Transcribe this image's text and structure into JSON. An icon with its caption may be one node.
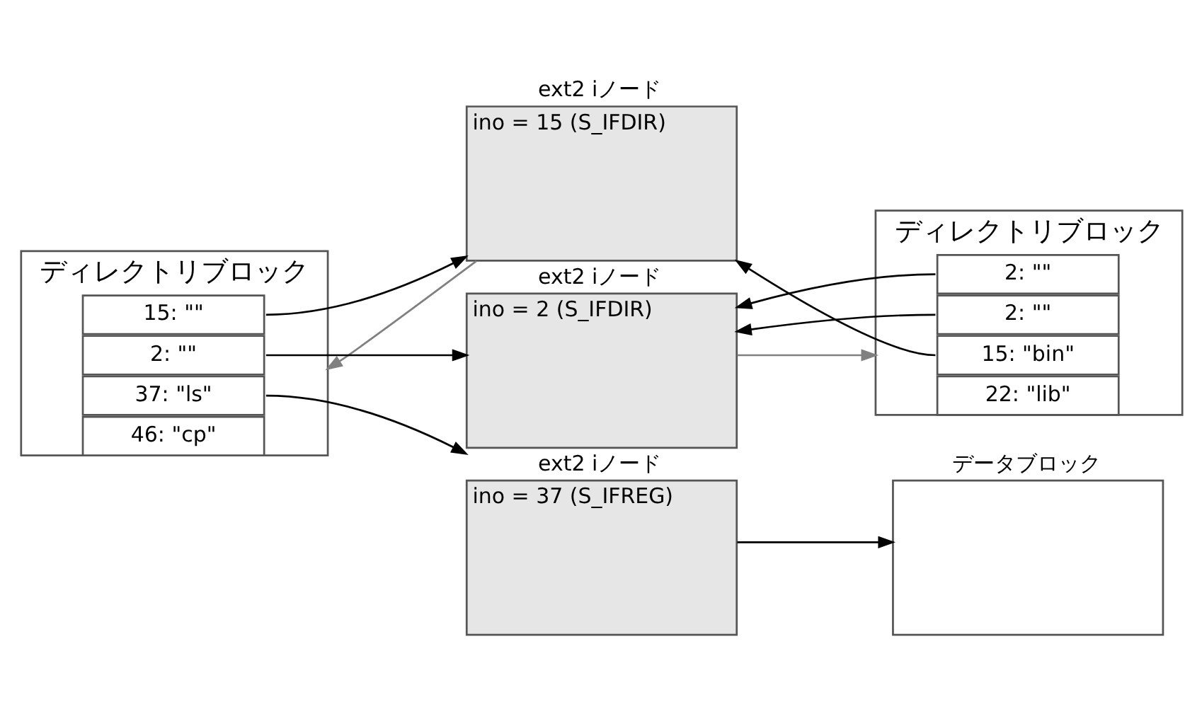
{
  "diagram": {
    "nodes": [
      {
        "text": [
          "ext2 iノード",
          "ino = 2 (S_IFDIR)"
        ]
      },
      {
        "text": [
          "ディレクトリブロック"
        ]
      },
      {
        "text": [
          "2: \"\""
        ],
        "in": 1
      },
      {
        "text": [
          "2: \"\""
        ],
        "in": 1
      },
      {
        "text": [
          "15: \"bin\""
        ],
        "in": 1
      },
      {
        "text": [
          "22: \"lib\""
        ],
        "in": 1
      },
      {
        "text": [
          "ext2 iノード",
          "ino = 15 (S_IFDIR)"
        ]
      },
      {
        "text": [
          "ディレクトリブロック"
        ]
      },
      {
        "text": [
          "15: \"\""
        ],
        "in": 7
      },
      {
        "text": [
          "2: \"\""
        ],
        "in": 7
      },
      {
        "text": [
          "37: \"ls\""
        ],
        "in": 7
      },
      {
        "text": [
          "46: \"cp\""
        ],
        "in": 7
      },
      {
        "text": [
          "ext2 iノード",
          "ino = 37 (S_IFREG)"
        ]
      },
      {
        "text": [
          "データブロック"
        ]
      }
    ],
    "edges": [
      {
        "from": 0,
        "to": 1,
        "arrow": "to",
        "color": "#808080"
      },
      {
        "from": 2,
        "to": 0,
        "arrow": "to"
      },
      {
        "from": 3,
        "to": 0,
        "arrow": "to"
      },
      {
        "from": 4,
        "to": 6,
        "arrow": "to"
      },
      {
        "from": 6,
        "to": 7,
        "arrow": "to",
        "color": "#808080"
      },
      {
        "from": 8,
        "to": 6,
        "arrow": "to"
      },
      {
        "from": 9,
        "to": 0,
        "arrow": "to"
      },
      {
        "from": 10,
        "to": 12,
        "arrow": "to"
      },
      {
        "from": 12,
        "to": 13,
        "arrow": "to"
      }
    ]
  }
}
